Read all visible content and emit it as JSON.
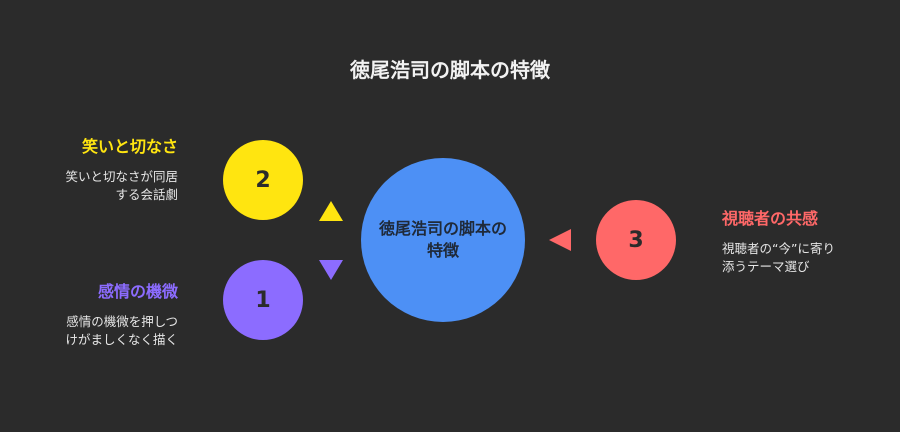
{
  "title": "徳尾浩司の脚本の特徴",
  "center": {
    "label": "徳尾浩司の脚本の特徴"
  },
  "items": [
    {
      "number": "1",
      "heading": "感情の機微",
      "description_lines": [
        "感情の機微を押しつ",
        "けがましくなく描く"
      ],
      "color": "#8c6cff"
    },
    {
      "number": "2",
      "heading": "笑いと切なさ",
      "description_lines": [
        "笑いと切なさが同居",
        "する会話劇"
      ],
      "color": "#ffe510"
    },
    {
      "number": "3",
      "heading": "視聴者の共感",
      "description_lines": [
        "視聴者の“今”に寄り",
        "添うテーマ選び"
      ],
      "color": "#ff6868"
    }
  ],
  "colors": {
    "background": "#2b2b2b",
    "center": "#4d90f5"
  }
}
